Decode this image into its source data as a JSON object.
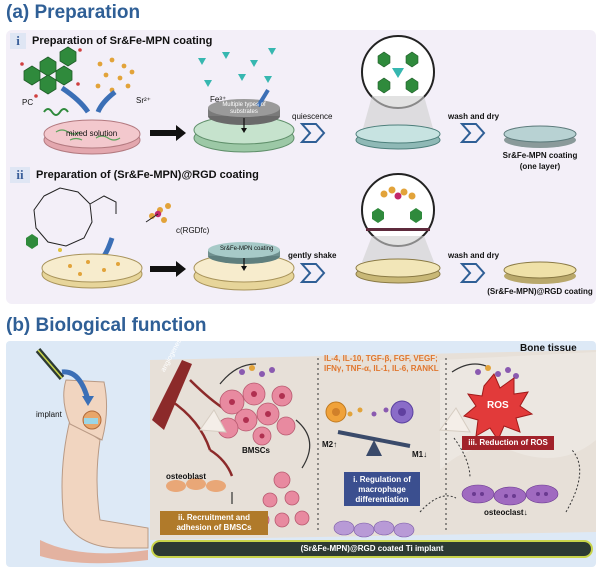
{
  "section_a": {
    "title": "(a) Preparation"
  },
  "panel_i": {
    "numeral": "i",
    "title": "Preparation of Sr&Fe-MPN coating",
    "pc_label": "PC",
    "sr_label": "Sr²⁺",
    "fe_label": "Fe³⁺",
    "mixed_solution": "mixed solution",
    "substrates": "Multiple types of substrates",
    "quiescence": "quiescence",
    "wash_dry": "wash and dry",
    "result": "Sr&Fe-MPN coating",
    "result_sub": "(one layer)"
  },
  "panel_ii": {
    "numeral": "ii",
    "title": "Preparation of (Sr&Fe-MPN)@RGD coating",
    "rgd_label": "c(RGDfc)",
    "dish_label": "Sr&Fe-MPN coating",
    "gently_shake": "gently shake",
    "wash_dry": "wash and dry",
    "result": "(Sr&Fe-MPN)@RGD coating"
  },
  "section_b": {
    "title": "(b) Biological function"
  },
  "bio": {
    "bone_tissue": "Bone tissue",
    "implant": "implant",
    "angiogenesis": "angiogenesis",
    "cytokines": "IL-4, IL-10, TGF-β, FGF,  VEGF;  IFNγ, TNF-α, IL-1, IL-6, RANKL",
    "m2": "M2↑",
    "m1": "M1↓",
    "ros": "ROS",
    "ros_reduction": "iii. Reduction of ROS",
    "bmscs": "BMSCs",
    "osteoblast": "osteoblast",
    "recruitment": "ii. Recruitment and adhesion of BMSCs",
    "regulation": "i. Regulation of macrophage differentiation",
    "osteoclast": "osteoclast↓",
    "implant_bar": "(Sr&Fe-MPN)@RGD coated Ti implant"
  },
  "colors": {
    "title_blue": "#2f5f96",
    "panel_bg": "#f3eff8",
    "bio_bg": "#dde9f6",
    "callout_blue": "#3b4f8f",
    "callout_gold": "#b07a2a",
    "callout_red": "#a2222a",
    "cytokine_orange": "#e0762e",
    "hexagon_green": "#2f8a3c",
    "implant_dark": "#2d3a33",
    "implant_edge": "#c9d44a"
  }
}
